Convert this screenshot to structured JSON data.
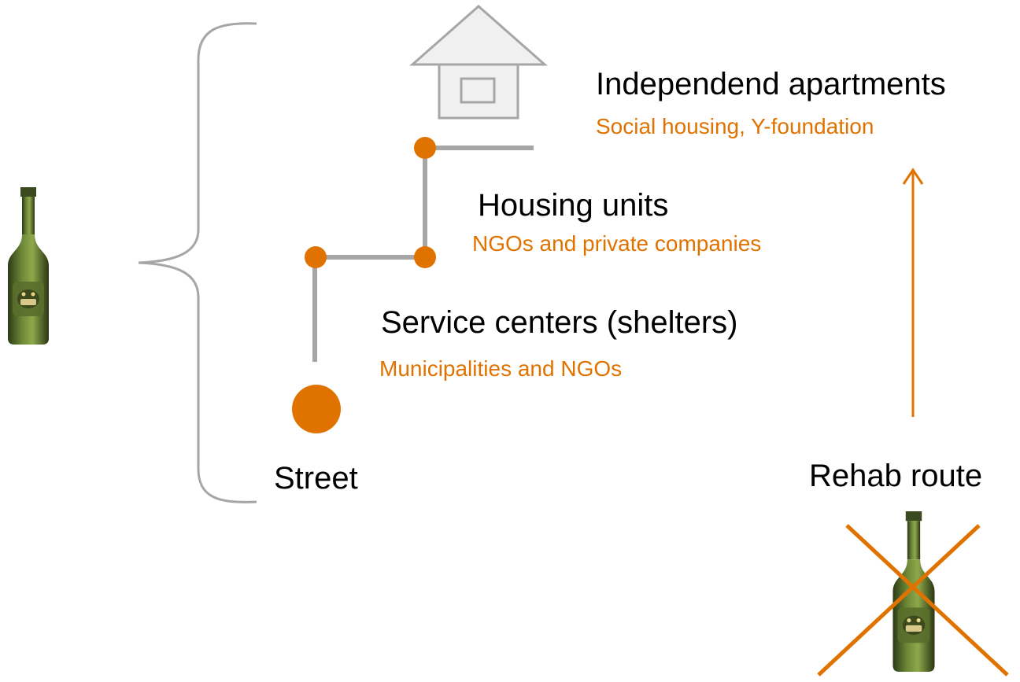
{
  "colors": {
    "accent": "#e07300",
    "step_line": "#a6a6a6",
    "brace": "#a6a6a6",
    "house_fill": "#f0f0f0",
    "house_stroke": "#a6a6a6",
    "text": "#000000"
  },
  "icons": {
    "bottle": "wine-bottle-icon",
    "house": "house-icon",
    "cross": "cross-out-icon"
  },
  "stages": [
    {
      "title": "Street",
      "provider": ""
    },
    {
      "title": "Service centers (shelters)",
      "provider": "Municipalities and NGOs"
    },
    {
      "title": "Housing units",
      "provider": "NGOs and private companies"
    },
    {
      "title": "Independend apartments",
      "provider": "Social housing, Y-foundation"
    }
  ],
  "rehab_route": {
    "label": "Rehab route"
  }
}
